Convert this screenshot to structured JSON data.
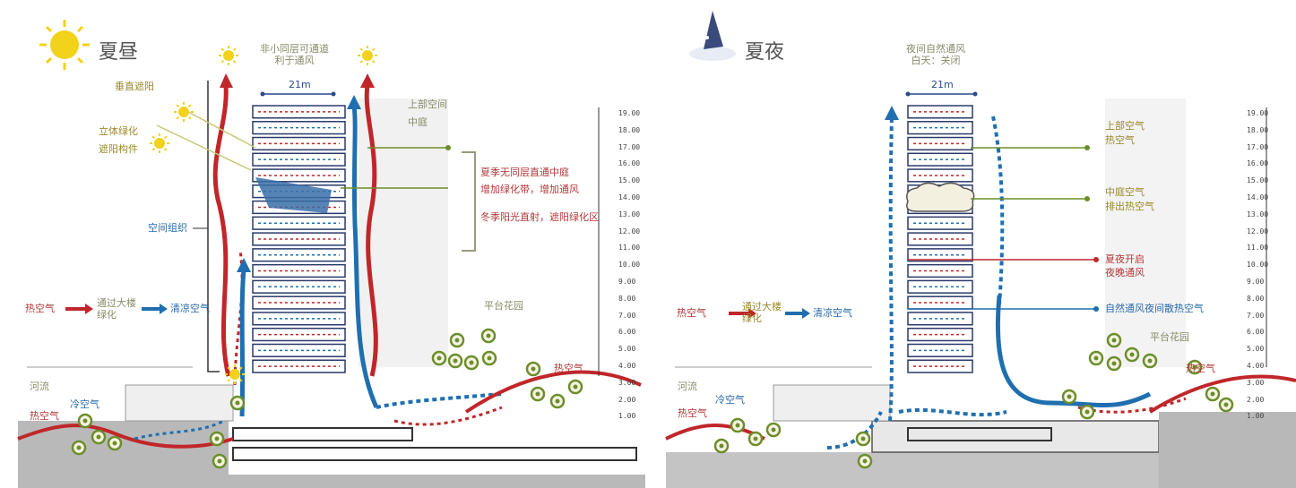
{
  "day": {
    "title": "夏昼",
    "icon": "sun-icon",
    "top_note": [
      "非小同层可通道",
      "利于通风"
    ],
    "width_label": "21m",
    "left_notes": [
      "垂直遮阳",
      "立体绿化",
      "遮阳构件"
    ],
    "side_label": "空间组织",
    "legend": {
      "hot": "热空气",
      "mid": "通过大楼绿化",
      "cool": "清凉空气"
    },
    "right_bracket": [
      "夏季无同层直通中庭",
      "增加绿化带，增加通风",
      "冬季阳光直射，遮阳绿化区"
    ],
    "float_labels": [
      "上部空间",
      "中庭",
      "平台花园",
      "热空气"
    ],
    "ground_labels": [
      "河流",
      "热空气",
      "冷空气"
    ],
    "scale_levels": [
      "19.00",
      "18.00",
      "17.00",
      "16.00",
      "15.00",
      "14.00",
      "13.00",
      "12.00",
      "11.00",
      "10.00",
      "9.00",
      "8.00",
      "7.00",
      "6.00",
      "5.00",
      "4.00",
      "3.00",
      "2.00",
      "1.00"
    ]
  },
  "night": {
    "title": "夏夜",
    "icon": "moon-icon",
    "top_note": [
      "夜间自然通风",
      "白天：关闭"
    ],
    "width_label": "21m",
    "legend": {
      "hot": "热空气",
      "mid": "通过大楼绿化",
      "cool": "清凉空气"
    },
    "right_labels": [
      "上部空气",
      "热空气",
      "中庭空气",
      "排出热空气",
      "夏夜开启",
      "夜晚通风",
      "自然通风夜间散热空气"
    ],
    "float_labels": [
      "平台花园",
      "热空气"
    ],
    "ground_labels": [
      "河流",
      "热空气",
      "冷空气"
    ],
    "scale_levels": [
      "19.00",
      "18.00",
      "17.00",
      "16.00",
      "15.00",
      "14.00",
      "13.00",
      "12.00",
      "11.00",
      "10.00",
      "9.00",
      "8.00",
      "7.00",
      "6.00",
      "5.00",
      "4.00",
      "3.00",
      "2.00",
      "1.00"
    ]
  },
  "colors": {
    "hot": "#c0262a",
    "cool": "#1f6fb0",
    "green": "#6c8e2a",
    "sun": "#f2d21a",
    "building": "#2a3a6a"
  }
}
